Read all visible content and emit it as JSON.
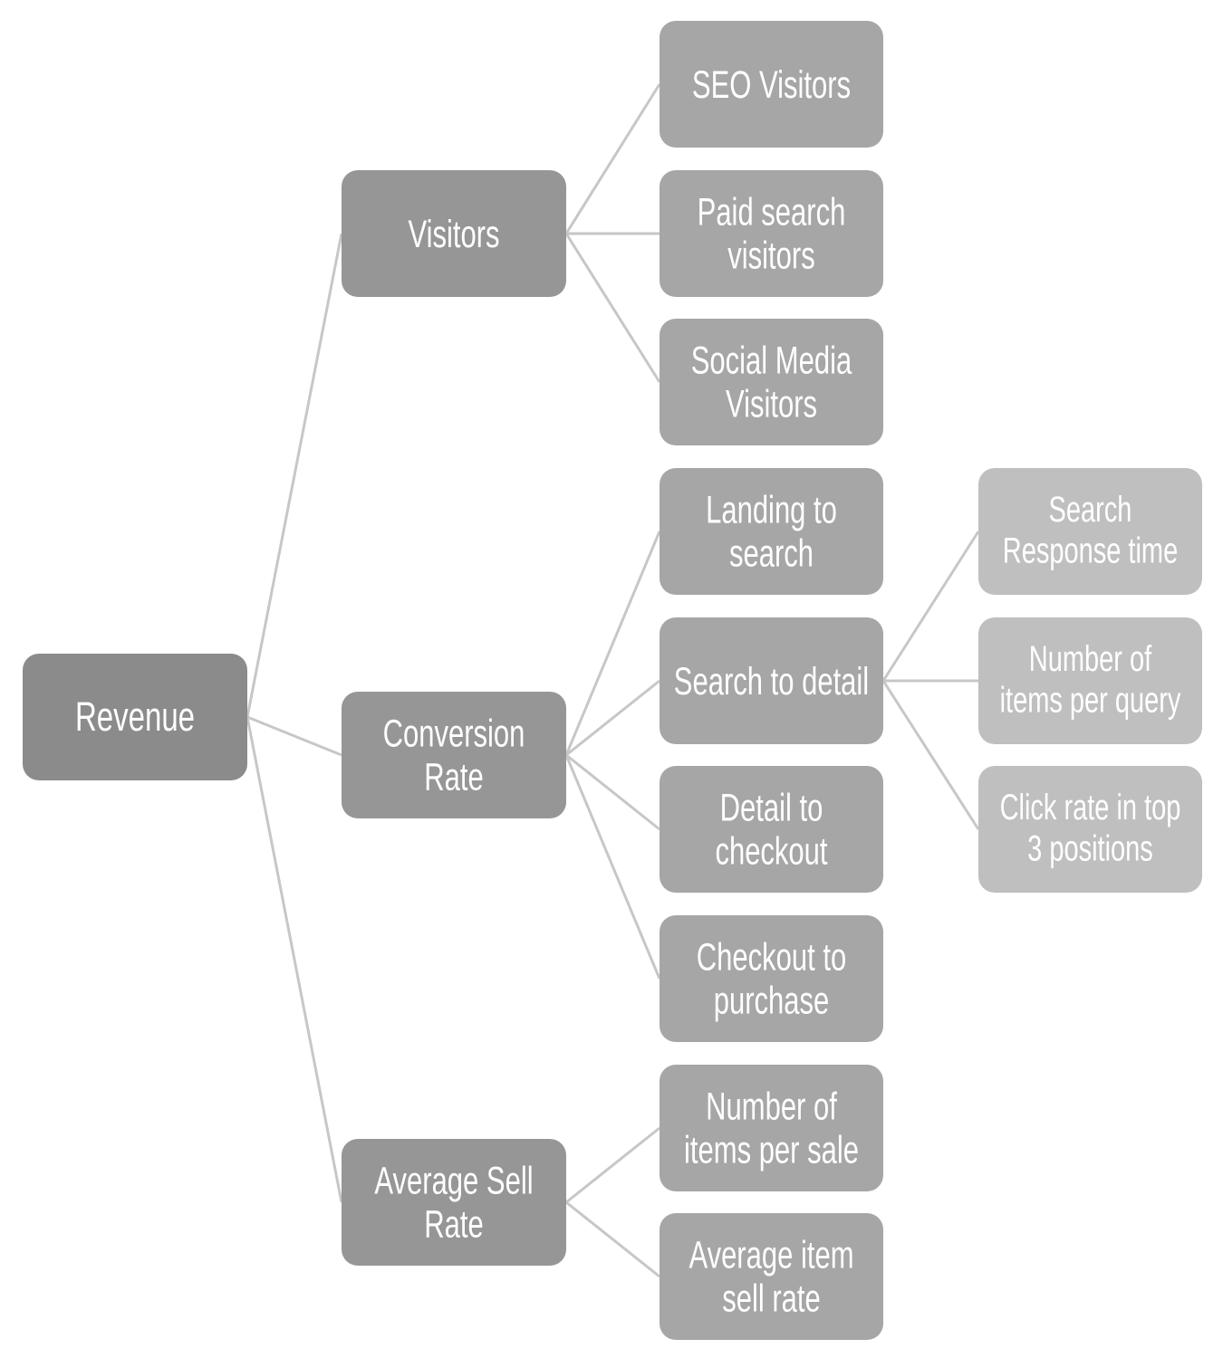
{
  "diagram": {
    "type": "hierarchy-tree",
    "orientation": "left-to-right",
    "colors": {
      "background": "#ffffff",
      "level1": "#8b8b8b",
      "level2": "#969696",
      "level3": "#a6a6a6",
      "level4": "#bfbfbf",
      "connector": "#c7c7c7",
      "text": "#ffffff"
    },
    "root": {
      "label": "Revenue",
      "children": [
        {
          "label": "Visitors",
          "children": [
            {
              "label": "SEO Visitors"
            },
            {
              "label": "Paid search\nvisitors"
            },
            {
              "label": "Social Media\nVisitors"
            }
          ]
        },
        {
          "label": "Conversion\nRate",
          "children": [
            {
              "label": "Landing to\nsearch"
            },
            {
              "label": "Search to detail",
              "children": [
                {
                  "label": "Search\nResponse time"
                },
                {
                  "label": "Number of\nitems per query"
                },
                {
                  "label": "Click rate in top\n3 positions"
                }
              ]
            },
            {
              "label": "Detail to\ncheckout"
            },
            {
              "label": "Checkout to\npurchase"
            }
          ]
        },
        {
          "label": "Average Sell\nRate",
          "children": [
            {
              "label": "Number of\nitems per sale"
            },
            {
              "label": "Average item\nsell rate"
            }
          ]
        }
      ]
    }
  }
}
